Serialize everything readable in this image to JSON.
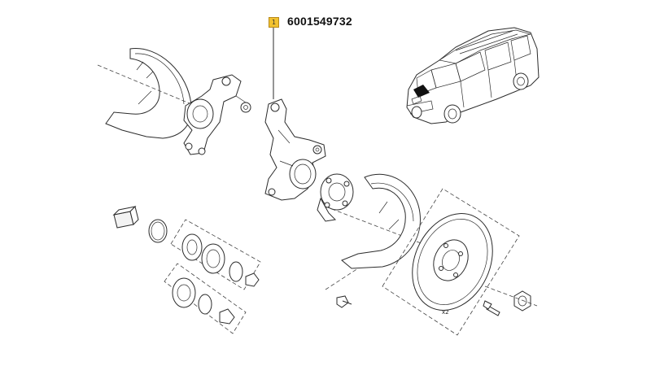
{
  "callout": {
    "index": "1",
    "part_number": "6001549732",
    "highlight_color": "#f2c230"
  },
  "annotations": {
    "quantity": "x2"
  },
  "parts": [
    "dust-shield-left",
    "steering-knuckle-rear",
    "steering-knuckle-highlighted",
    "wheel-hub",
    "dust-shield-right",
    "brake-disc",
    "wheel-bearing-set-1",
    "wheel-bearing-set-2",
    "circlip",
    "grease-pack",
    "hub-nut",
    "disc-screw",
    "shield-bolt"
  ],
  "vehicle": {
    "icon": "station-wagon-icon"
  }
}
